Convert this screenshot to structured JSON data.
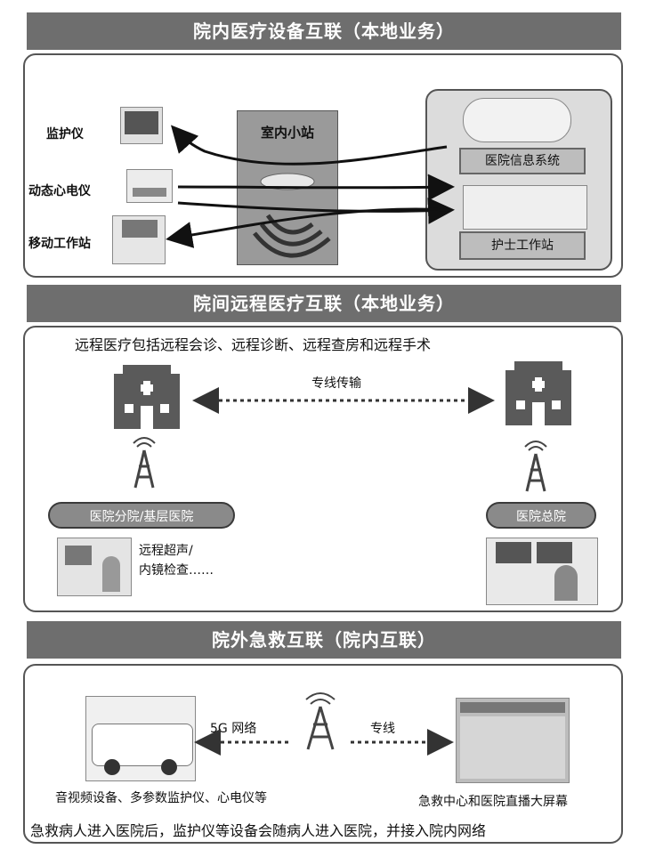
{
  "sections": {
    "s1": {
      "title": "院内医疗设备互联（本地业务）",
      "devices": [
        "监护仪",
        "动态心电仪",
        "移动工作站"
      ],
      "small_cell": "室内小站",
      "systems": [
        "医院信息系统",
        "护士工作站"
      ]
    },
    "s2": {
      "title": "院间远程医疗互联（本地业务）",
      "intro": "远程医疗包括远程会诊、远程诊断、远程查房和远程手术",
      "link": "专线传输",
      "branch": "医院分院/基层医院",
      "main": "医院总院",
      "note_line1": "远程超声/",
      "note_line2": "内镜检查……"
    },
    "s3": {
      "title": "院外急救互联（院内互联）",
      "network": "5G 网络",
      "line": "专线",
      "left_caption": "音视频设备、多参数监护仪、心电仪等",
      "right_caption": "急救中心和医院直播大屏幕",
      "footer": "急救病人进入医院后，监护仪等设备会随病人进入医院，并接入院内网络"
    }
  }
}
